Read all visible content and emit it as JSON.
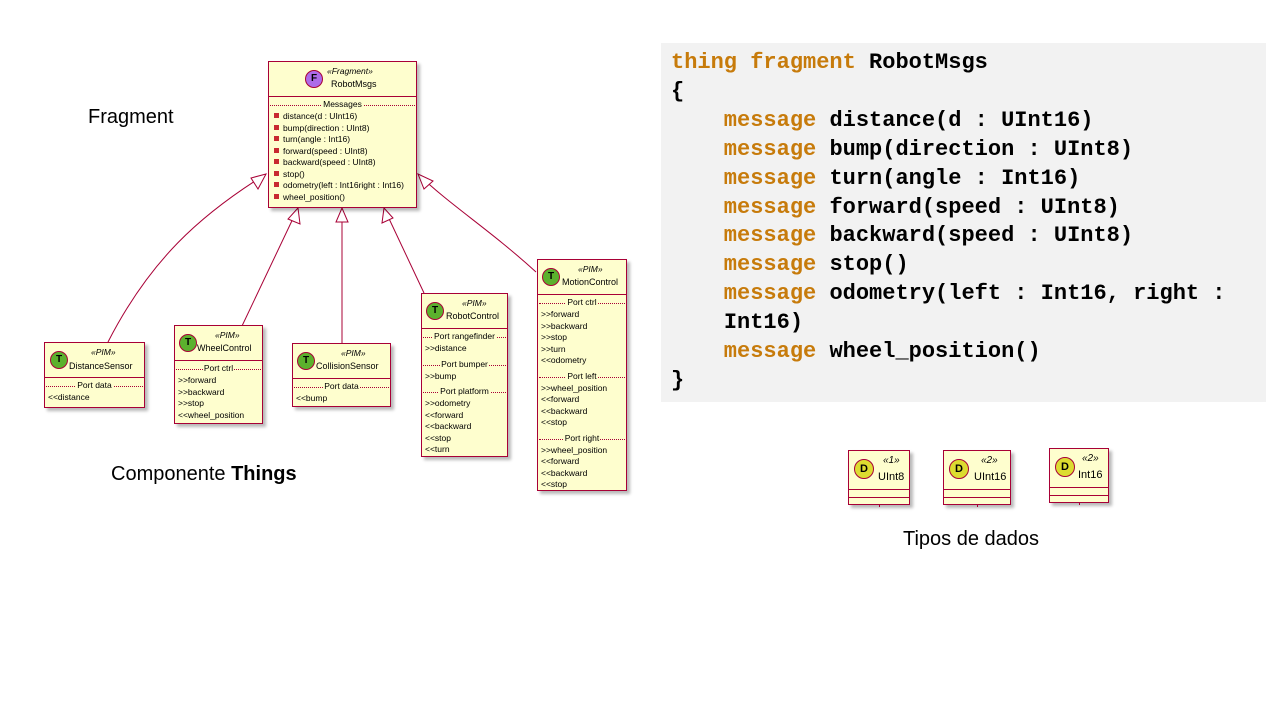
{
  "labels": {
    "fragment": "Fragment",
    "components_prefix": "Componente ",
    "components_bold": "Things",
    "datatypes": "Tipos de dados"
  },
  "fragment_class": {
    "badge": "F",
    "stereotype": "«Fragment»",
    "name": "RobotMsgs",
    "section": "Messages",
    "messages": [
      "distance(d : UInt16)",
      "bump(direction : UInt8)",
      "turn(angle : Int16)",
      "forward(speed : UInt8)",
      "backward(speed : UInt8)",
      "stop()",
      "odometry(left : Int16right : Int16)",
      "wheel_position()"
    ]
  },
  "things": [
    {
      "badge": "T",
      "stereotype": "«PIM»",
      "name": "DistanceSensor",
      "sections": [
        {
          "title": "Port data",
          "rows": [
            "<<distance"
          ]
        }
      ]
    },
    {
      "badge": "T",
      "stereotype": "«PIM»",
      "name": "WheelControl",
      "sections": [
        {
          "title": "Port ctrl",
          "rows": [
            ">>forward",
            ">>backward",
            ">>stop",
            "<<wheel_position"
          ]
        }
      ]
    },
    {
      "badge": "T",
      "stereotype": "«PIM»",
      "name": "CollisionSensor",
      "sections": [
        {
          "title": "Port data",
          "rows": [
            "<<bump"
          ]
        }
      ]
    },
    {
      "badge": "T",
      "stereotype": "«PIM»",
      "name": "RobotControl",
      "sections": [
        {
          "title": "Port rangefinder",
          "rows": [
            ">>distance"
          ]
        },
        {
          "title": "Port bumper",
          "rows": [
            ">>bump"
          ]
        },
        {
          "title": "Port platform",
          "rows": [
            ">>odometry",
            "<<forward",
            "<<backward",
            "<<stop",
            "<<turn"
          ]
        }
      ]
    },
    {
      "badge": "T",
      "stereotype": "«PIM»",
      "name": "MotionControl",
      "sections": [
        {
          "title": "Port ctrl",
          "rows": [
            ">>forward",
            ">>backward",
            ">>stop",
            ">>turn",
            "<<odometry"
          ]
        },
        {
          "title": "Port left",
          "rows": [
            ">>wheel_position",
            "<<forward",
            "<<backward",
            "<<stop"
          ]
        },
        {
          "title": "Port right",
          "rows": [
            ">>wheel_position",
            "<<forward",
            "<<backward",
            "<<stop"
          ]
        }
      ]
    }
  ],
  "code_lines": [
    {
      "kw": "thing fragment ",
      "txt": "RobotMsgs"
    },
    {
      "kw": "",
      "txt": "{"
    },
    {
      "kw": "    message ",
      "txt": "distance(d : UInt16)"
    },
    {
      "kw": "    message ",
      "txt": "bump(direction : UInt8)"
    },
    {
      "kw": "    message ",
      "txt": "turn(angle : Int16)"
    },
    {
      "kw": "    message ",
      "txt": "forward(speed : UInt8)"
    },
    {
      "kw": "    message ",
      "txt": "backward(speed : UInt8)"
    },
    {
      "kw": "    message ",
      "txt": "stop()"
    },
    {
      "kw": "    message ",
      "txt": "odometry(left : Int16, right :"
    },
    {
      "kw": "    ",
      "txt": "Int16)"
    },
    {
      "kw": "    message ",
      "txt": "wheel_position()"
    },
    {
      "kw": "",
      "txt": "}"
    }
  ],
  "datatypes": [
    {
      "badge": "D",
      "stereotype": "«1»",
      "name": "UInt8"
    },
    {
      "badge": "D",
      "stereotype": "«2»",
      "name": "UInt16"
    },
    {
      "badge": "D",
      "stereotype": "«2»",
      "name": "Int16"
    }
  ],
  "colors": {
    "border": "#a80036",
    "fill": "#fefece",
    "fragment_badge": "#ad6be8",
    "thing_badge": "#5bb12d",
    "datatype_badge": "#dcdc30",
    "keyword": "#c77b0b",
    "code_bg": "#f2f2f2"
  }
}
